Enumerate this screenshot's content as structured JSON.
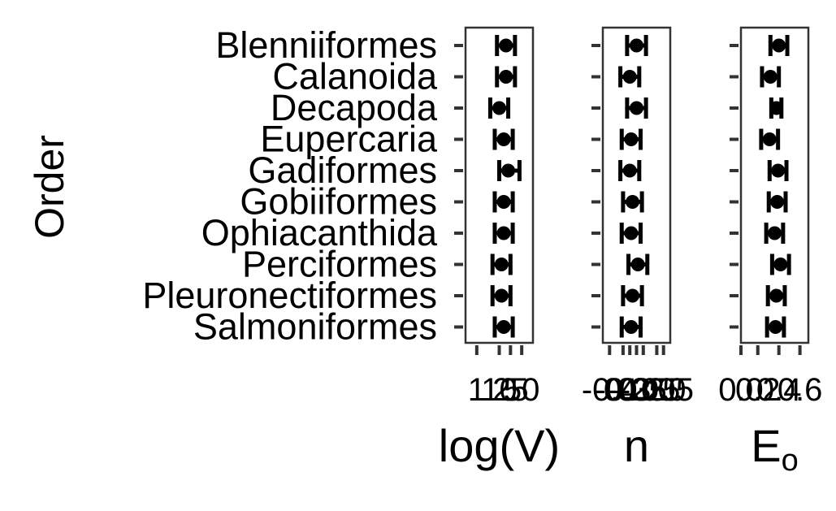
{
  "chart_data": {
    "type": "dot-errorbar",
    "ylabel": "Order",
    "categories": [
      "Blenniiformes",
      "Calanoida",
      "Decapoda",
      "Eupercaria",
      "Gadiformes",
      "Gobiiformes",
      "Ophiacanthida",
      "Perciformes",
      "Pleuronectiformes",
      "Salmoniformes"
    ],
    "panels": [
      {
        "key": "logV",
        "xlabel": "log(V)",
        "xlim": [
          0.5,
          3.5
        ],
        "ticks": [
          1,
          2,
          2.5,
          3
        ],
        "tick_labels": [
          "1",
          "10",
          "25",
          "50"
        ],
        "points": [
          {
            "est": 2.3,
            "lo": 1.9,
            "hi": 2.7
          },
          {
            "est": 2.3,
            "lo": 1.9,
            "hi": 2.7
          },
          {
            "est": 2.0,
            "lo": 1.6,
            "hi": 2.4
          },
          {
            "est": 2.2,
            "lo": 1.8,
            "hi": 2.6
          },
          {
            "est": 2.4,
            "lo": 2.0,
            "hi": 2.9
          },
          {
            "est": 2.2,
            "lo": 1.8,
            "hi": 2.6
          },
          {
            "est": 2.2,
            "lo": 1.8,
            "hi": 2.6
          },
          {
            "est": 2.1,
            "lo": 1.7,
            "hi": 2.5
          },
          {
            "est": 2.1,
            "lo": 1.7,
            "hi": 2.5
          },
          {
            "est": 2.2,
            "lo": 1.8,
            "hi": 2.6
          }
        ]
      },
      {
        "key": "n",
        "xlabel": "n",
        "xlim": [
          -0.45,
          0.05
        ],
        "ticks": [
          -0.4,
          -0.3,
          -0.25,
          -0.2,
          -0.15,
          -0.05,
          0.0
        ],
        "tick_labels": [
          "-0.4",
          "-0.3",
          "-0.25",
          "-0.2",
          "-0.15",
          "-0.05",
          "0.0"
        ],
        "points": [
          {
            "est": -0.2,
            "lo": -0.27,
            "hi": -0.13
          },
          {
            "est": -0.25,
            "lo": -0.32,
            "hi": -0.18
          },
          {
            "est": -0.2,
            "lo": -0.27,
            "hi": -0.13
          },
          {
            "est": -0.24,
            "lo": -0.31,
            "hi": -0.17
          },
          {
            "est": -0.25,
            "lo": -0.32,
            "hi": -0.18
          },
          {
            "est": -0.23,
            "lo": -0.3,
            "hi": -0.16
          },
          {
            "est": -0.24,
            "lo": -0.31,
            "hi": -0.17
          },
          {
            "est": -0.19,
            "lo": -0.26,
            "hi": -0.12
          },
          {
            "est": -0.23,
            "lo": -0.3,
            "hi": -0.16
          },
          {
            "est": -0.24,
            "lo": -0.31,
            "hi": -0.17
          }
        ]
      },
      {
        "key": "Eo",
        "xlabel": "E",
        "xlabel_sub": "o",
        "xlim": [
          0.0,
          0.8
        ],
        "ticks": [
          0.0,
          0.2,
          0.45,
          0.7
        ],
        "tick_labels": [
          "0.0",
          "0.2",
          "0.4",
          "0.6"
        ],
        "points": [
          {
            "est": 0.45,
            "lo": 0.35,
            "hi": 0.55
          },
          {
            "est": 0.35,
            "lo": 0.25,
            "hi": 0.45
          },
          {
            "est": 0.42,
            "lo": 0.36,
            "hi": 0.48
          },
          {
            "est": 0.34,
            "lo": 0.24,
            "hi": 0.44
          },
          {
            "est": 0.44,
            "lo": 0.34,
            "hi": 0.54
          },
          {
            "est": 0.43,
            "lo": 0.33,
            "hi": 0.53
          },
          {
            "est": 0.4,
            "lo": 0.3,
            "hi": 0.5
          },
          {
            "est": 0.47,
            "lo": 0.37,
            "hi": 0.57
          },
          {
            "est": 0.42,
            "lo": 0.32,
            "hi": 0.52
          },
          {
            "est": 0.41,
            "lo": 0.31,
            "hi": 0.51
          }
        ]
      }
    ]
  }
}
